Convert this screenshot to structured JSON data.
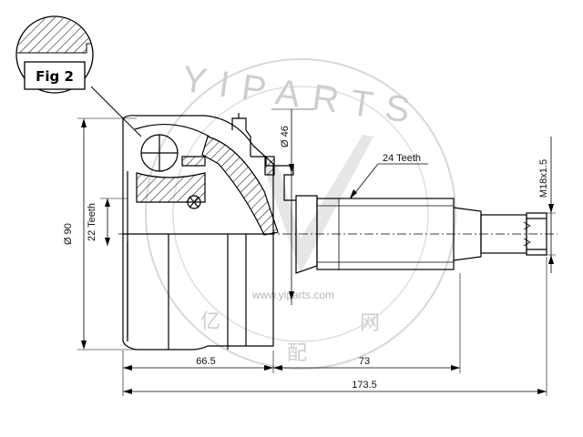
{
  "figure": {
    "label": "Fig 2"
  },
  "dimensions": {
    "outer_diameter": "Ø 90",
    "inner_teeth": "22 Teeth",
    "shaft_diameter": "Ø 46",
    "outer_teeth": "24 Teeth",
    "thread": "M18x1.5",
    "body_length": "66.5",
    "stem_length": "73",
    "total_length": "173.5"
  },
  "watermark": {
    "brand": "YIPARTS",
    "url": "www.yiparts.com",
    "chars": [
      "亿",
      "配",
      "网"
    ]
  },
  "colors": {
    "line": "#000000",
    "watermark": "#c9c9c9",
    "background": "#ffffff"
  }
}
